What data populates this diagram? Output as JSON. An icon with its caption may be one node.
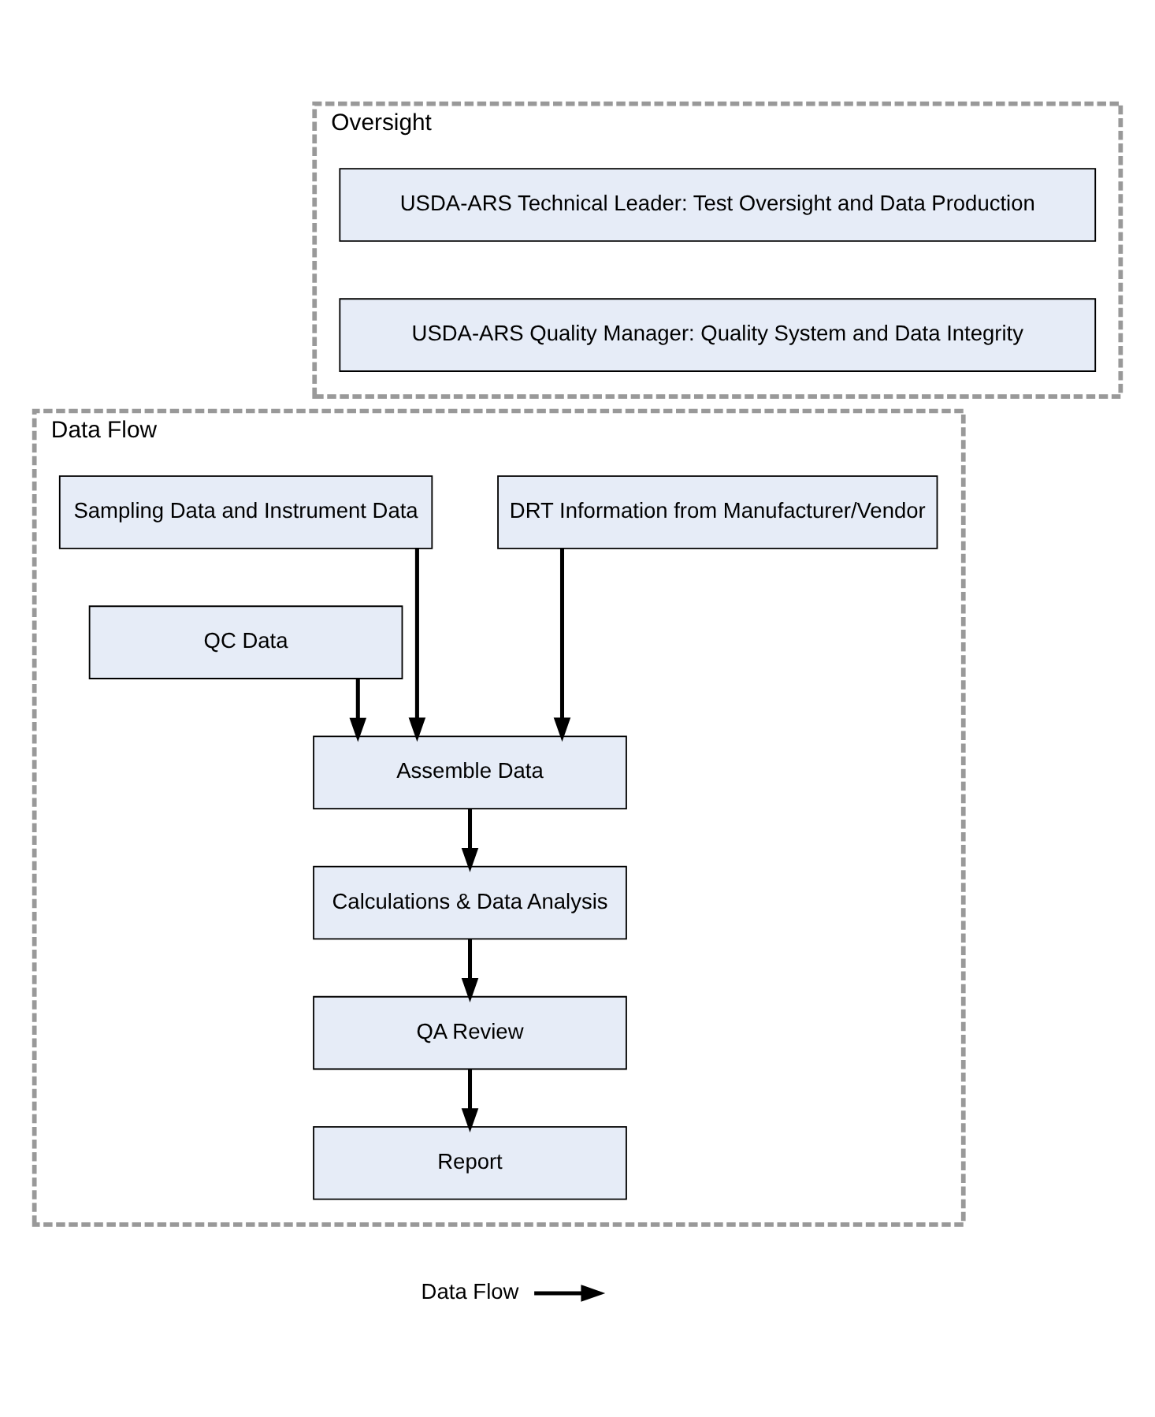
{
  "diagram": {
    "nodes": [
      {
        "text": [
          "Oversight"
        ]
      },
      {
        "text": [
          "USDA-ARS Technical Leader: Test Oversight and Data Production"
        ],
        "in": 0
      },
      {
        "text": [
          "USDA-ARS Quality Manager: Quality System and Data Integrity"
        ],
        "in": 0
      },
      {
        "text": [
          "Data Flow"
        ]
      },
      {
        "text": [
          "DRT Information from Manufacturer/Vendor"
        ],
        "in": 3
      },
      {
        "text": [
          "Sampling Data and Instrument Data"
        ],
        "in": 3
      },
      {
        "text": [
          "QC Data"
        ],
        "in": 3
      },
      {
        "text": [
          "Assemble Data"
        ],
        "in": 3
      },
      {
        "text": [
          "Calculations & Data Analysis"
        ],
        "in": 3
      },
      {
        "text": [
          "QA Review"
        ],
        "in": 3
      },
      {
        "text": [
          "Report"
        ],
        "in": 3
      }
    ],
    "edges": [
      {
        "from": 4,
        "to": 7,
        "arrow": "to"
      },
      {
        "from": 5,
        "to": 7,
        "arrow": "to"
      },
      {
        "from": 6,
        "to": 7,
        "arrow": "to"
      },
      {
        "from": 7,
        "to": 8,
        "arrow": "to"
      },
      {
        "from": 8,
        "to": 9,
        "arrow": "to"
      },
      {
        "from": 9,
        "to": 10,
        "arrow": "to"
      }
    ],
    "legend": [
      {
        "text": "Data Flow"
      }
    ]
  }
}
